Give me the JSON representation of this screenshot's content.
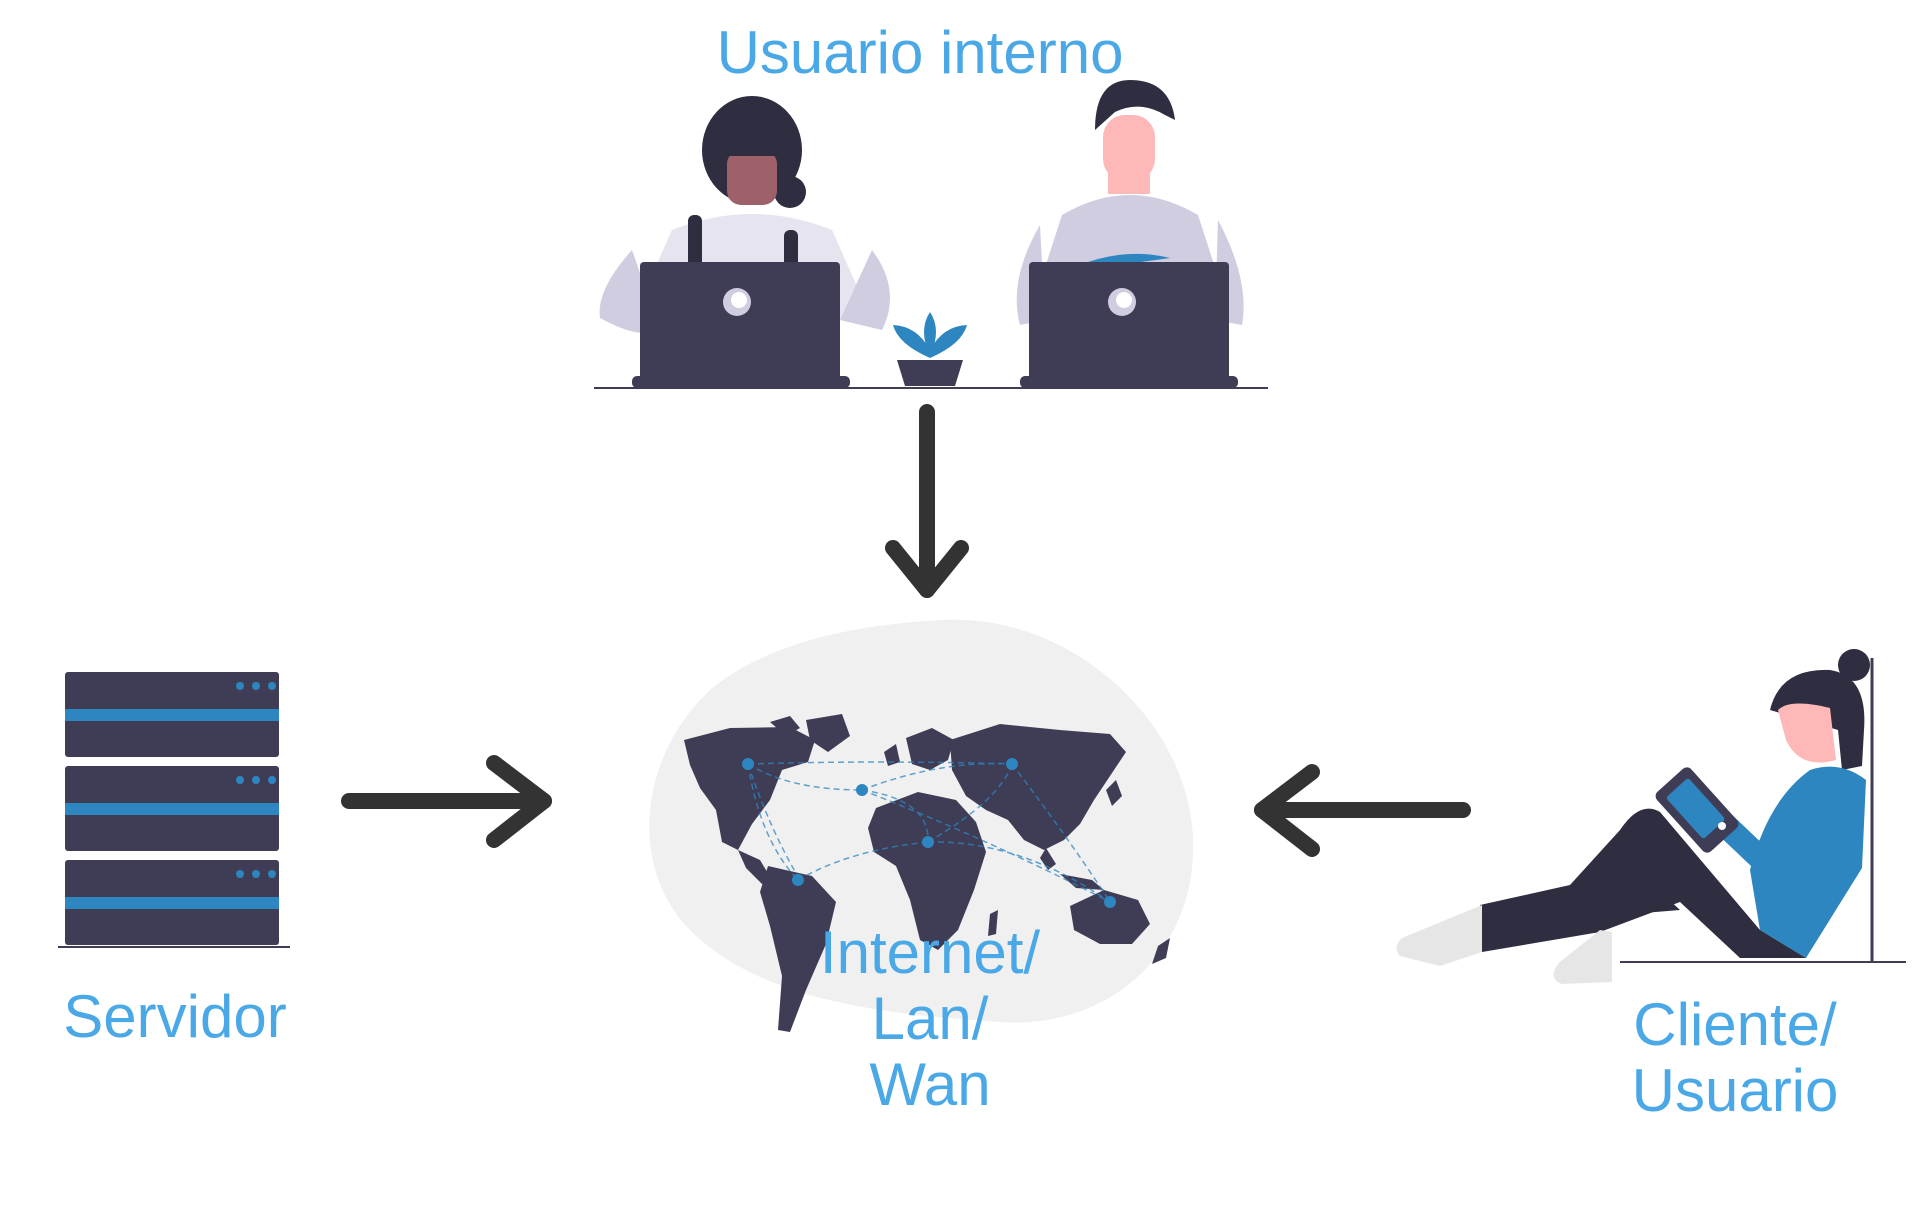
{
  "labels": {
    "internal_user": "Usuario interno",
    "network_line1": "Internet/",
    "network_line2": "Lan/",
    "network_line3": "Wan",
    "server": "Servidor",
    "client_line1": "Cliente/",
    "client_line2": "Usuario"
  },
  "colors": {
    "label": "#4aa8e6",
    "dark": "#3f3d56",
    "accent": "#2e86c1",
    "blob": "#f0f0f0",
    "shirt": "#d0cde1",
    "skin_light": "#ffb8b8",
    "skin_dark": "#9e616a",
    "arrow": "#333333"
  },
  "icons": {
    "internal_users": "two-people-with-laptops-illustration",
    "network": "world-map-network-illustration",
    "server": "server-rack-icon",
    "client": "woman-with-phone-illustration"
  }
}
